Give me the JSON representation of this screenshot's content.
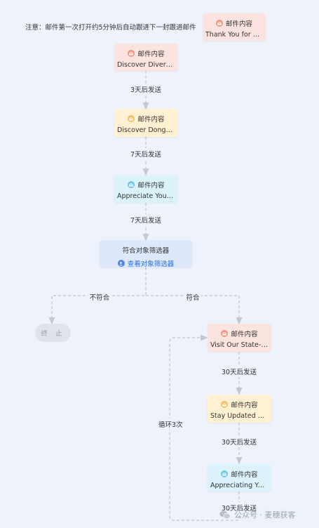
{
  "note": "注意：邮件第一次打开约5分钟后自动跟进下一封跟进邮件",
  "email_header": "邮件内容",
  "followup_email": {
    "subject": "Thank You for Re..."
  },
  "main_emails": [
    {
      "subject": "Discover Diverse ..."
    },
    {
      "subject": "Discover DongGu..."
    },
    {
      "subject": "Appreciate Your I..."
    }
  ],
  "delays": {
    "d1": "3天后发送",
    "d2": "7天后发送",
    "d3": "7天后发送",
    "d4": "30天后发送",
    "d5": "30天后发送",
    "d6": "30天后发送"
  },
  "filter": {
    "title": "符合对象筛选器",
    "link": "查看对象筛选器"
  },
  "branch": {
    "no_match": "不符合",
    "match": "符合"
  },
  "end_label": "终 止",
  "loop_emails": [
    {
      "subject": "Visit Our State-of..."
    },
    {
      "subject": "Stay Updated wit..."
    },
    {
      "subject": "Appreciating Your..."
    }
  ],
  "loop_label": "循环3次",
  "watermark": "公众号 · 麦穗获客",
  "colors": {
    "pink": "#fbe4df",
    "yellow": "#fff1d2",
    "cyan": "#dcf3fb",
    "blue": "#dde9fb",
    "connector": "#c8ccd3"
  }
}
